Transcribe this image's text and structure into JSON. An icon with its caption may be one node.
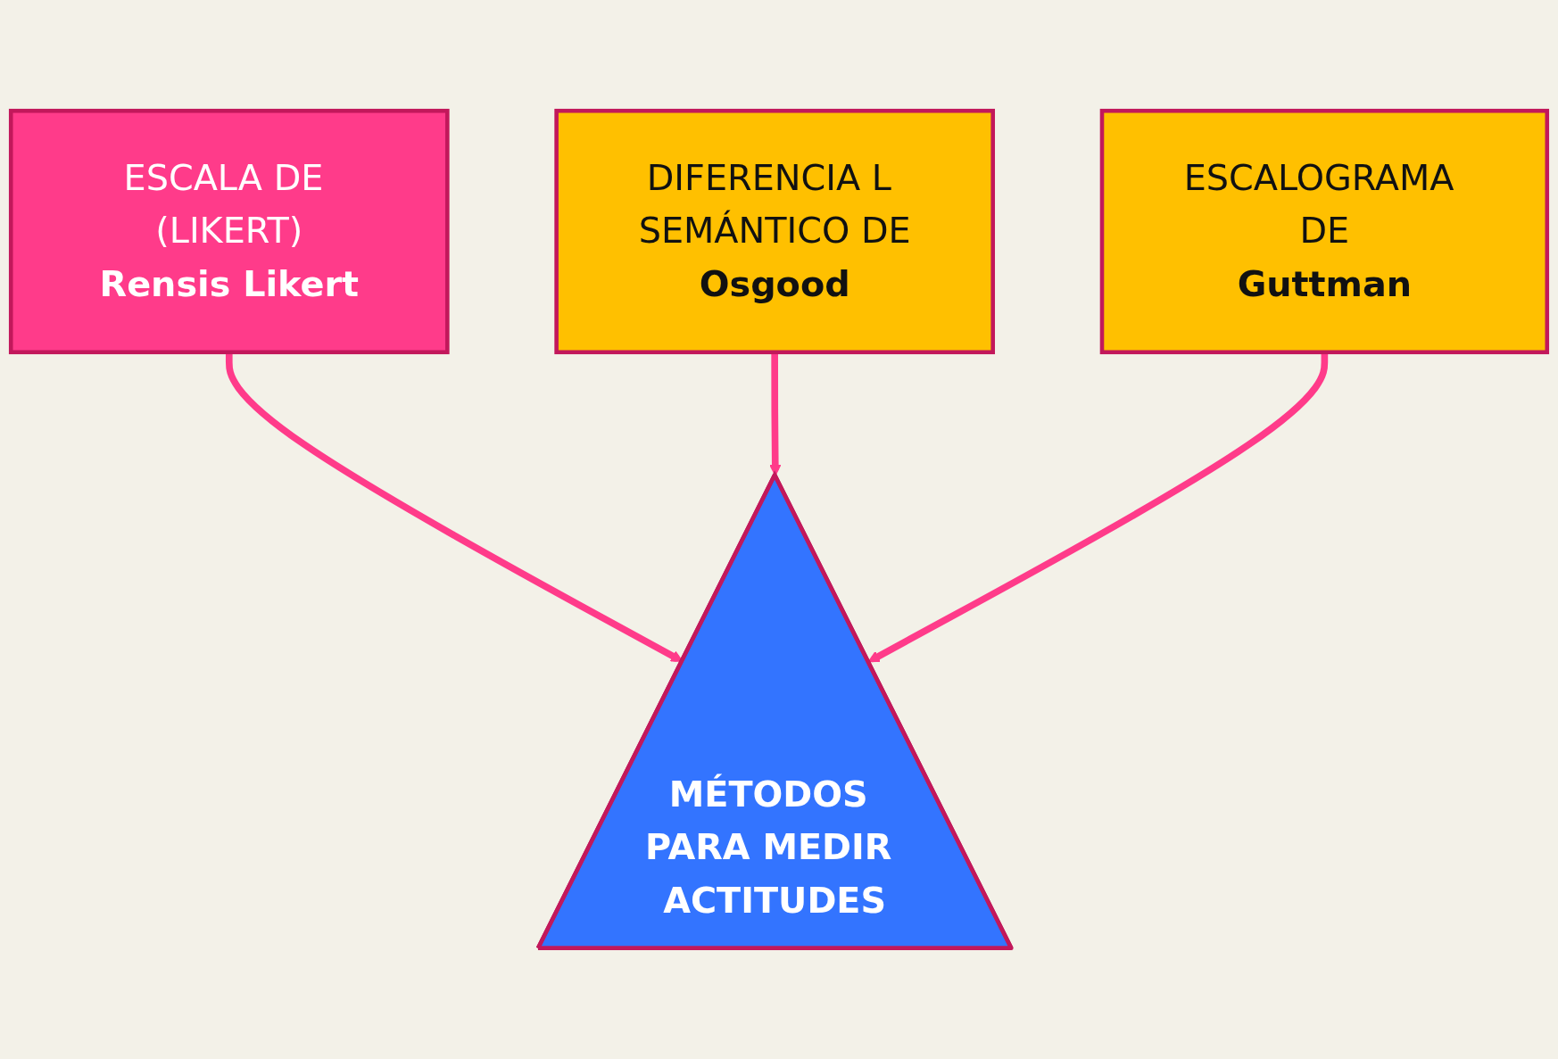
{
  "diagram": {
    "nodes": [
      {
        "text": [
          "ESCALA DE (LIKERT)",
          "Rensis Likert"
        ]
      },
      {
        "text": [
          "DIFERENCIA L SEMÁNTICO DE",
          "Osgood"
        ]
      },
      {
        "text": [
          "MÉTODOS PARA MEDIR ACTITUDES"
        ]
      },
      {
        "text": [
          "ESCALOGRAMA DE",
          "Guttman"
        ]
      }
    ],
    "edges": [
      {
        "from": 0,
        "to": 2,
        "arrow": "to"
      },
      {
        "from": 1,
        "to": 2,
        "arrow": "to"
      },
      {
        "from": 3,
        "to": 2,
        "arrow": "to"
      }
    ]
  }
}
